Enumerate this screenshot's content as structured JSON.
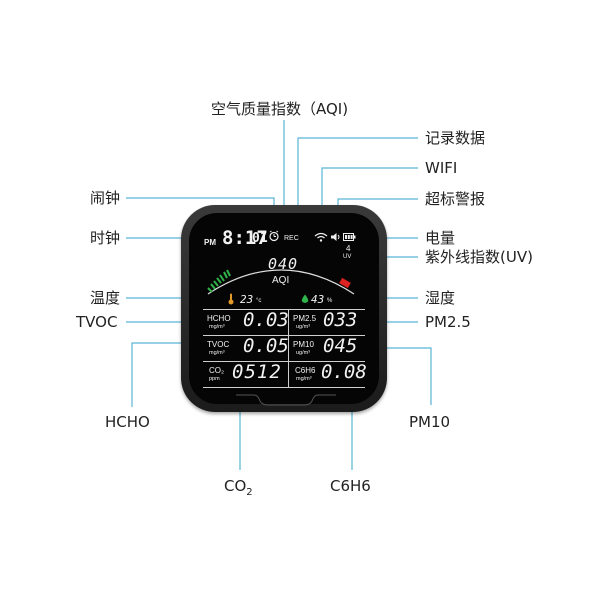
{
  "callouts": {
    "aqi_index": "空气质量指数（AQI)",
    "record": "记录数据",
    "wifi": "WIFI",
    "alarm_clock": "闹钟",
    "over_alarm": "超标警报",
    "clock": "时钟",
    "battery": "电量",
    "uv_index": "紫外线指数(UV)",
    "temperature": "温度",
    "humidity": "湿度",
    "tvoc": "TVOC",
    "pm25": "PM2.5",
    "hcho": "HCHO",
    "pm10": "PM10",
    "co2": "CO",
    "co2_sub": "2",
    "c6h6": "C6H6"
  },
  "screen": {
    "clock_ampm": "PM",
    "clock_time": "8:17",
    "clock_min": "01",
    "rec": "REC",
    "uv_value": "4",
    "uv_label": "UV",
    "aqi_value": "040",
    "aqi_label": "AQI",
    "temp_value": "23",
    "temp_unit": "°c",
    "hum_value": "43",
    "hum_unit": "%",
    "rows": [
      {
        "left_name": "HCHO",
        "left_unit": "mg/m³",
        "left_value": "0.03",
        "right_name": "PM2.5",
        "right_unit": "ug/m³",
        "right_value": "033"
      },
      {
        "left_name": "TVOC",
        "left_unit": "mg/m³",
        "left_value": "0.05",
        "right_name": "PM10",
        "right_unit": "ug/m³",
        "right_value": "045"
      },
      {
        "left_name": "CO₂",
        "left_unit": "ppm",
        "left_value": "0512",
        "right_name": "C6H6",
        "right_unit": "mg/m³",
        "right_value": "0.08"
      }
    ]
  },
  "colors": {
    "line": "#5bb3d6",
    "gauge_green": "#2fb34a",
    "gauge_red": "#d22"
  }
}
